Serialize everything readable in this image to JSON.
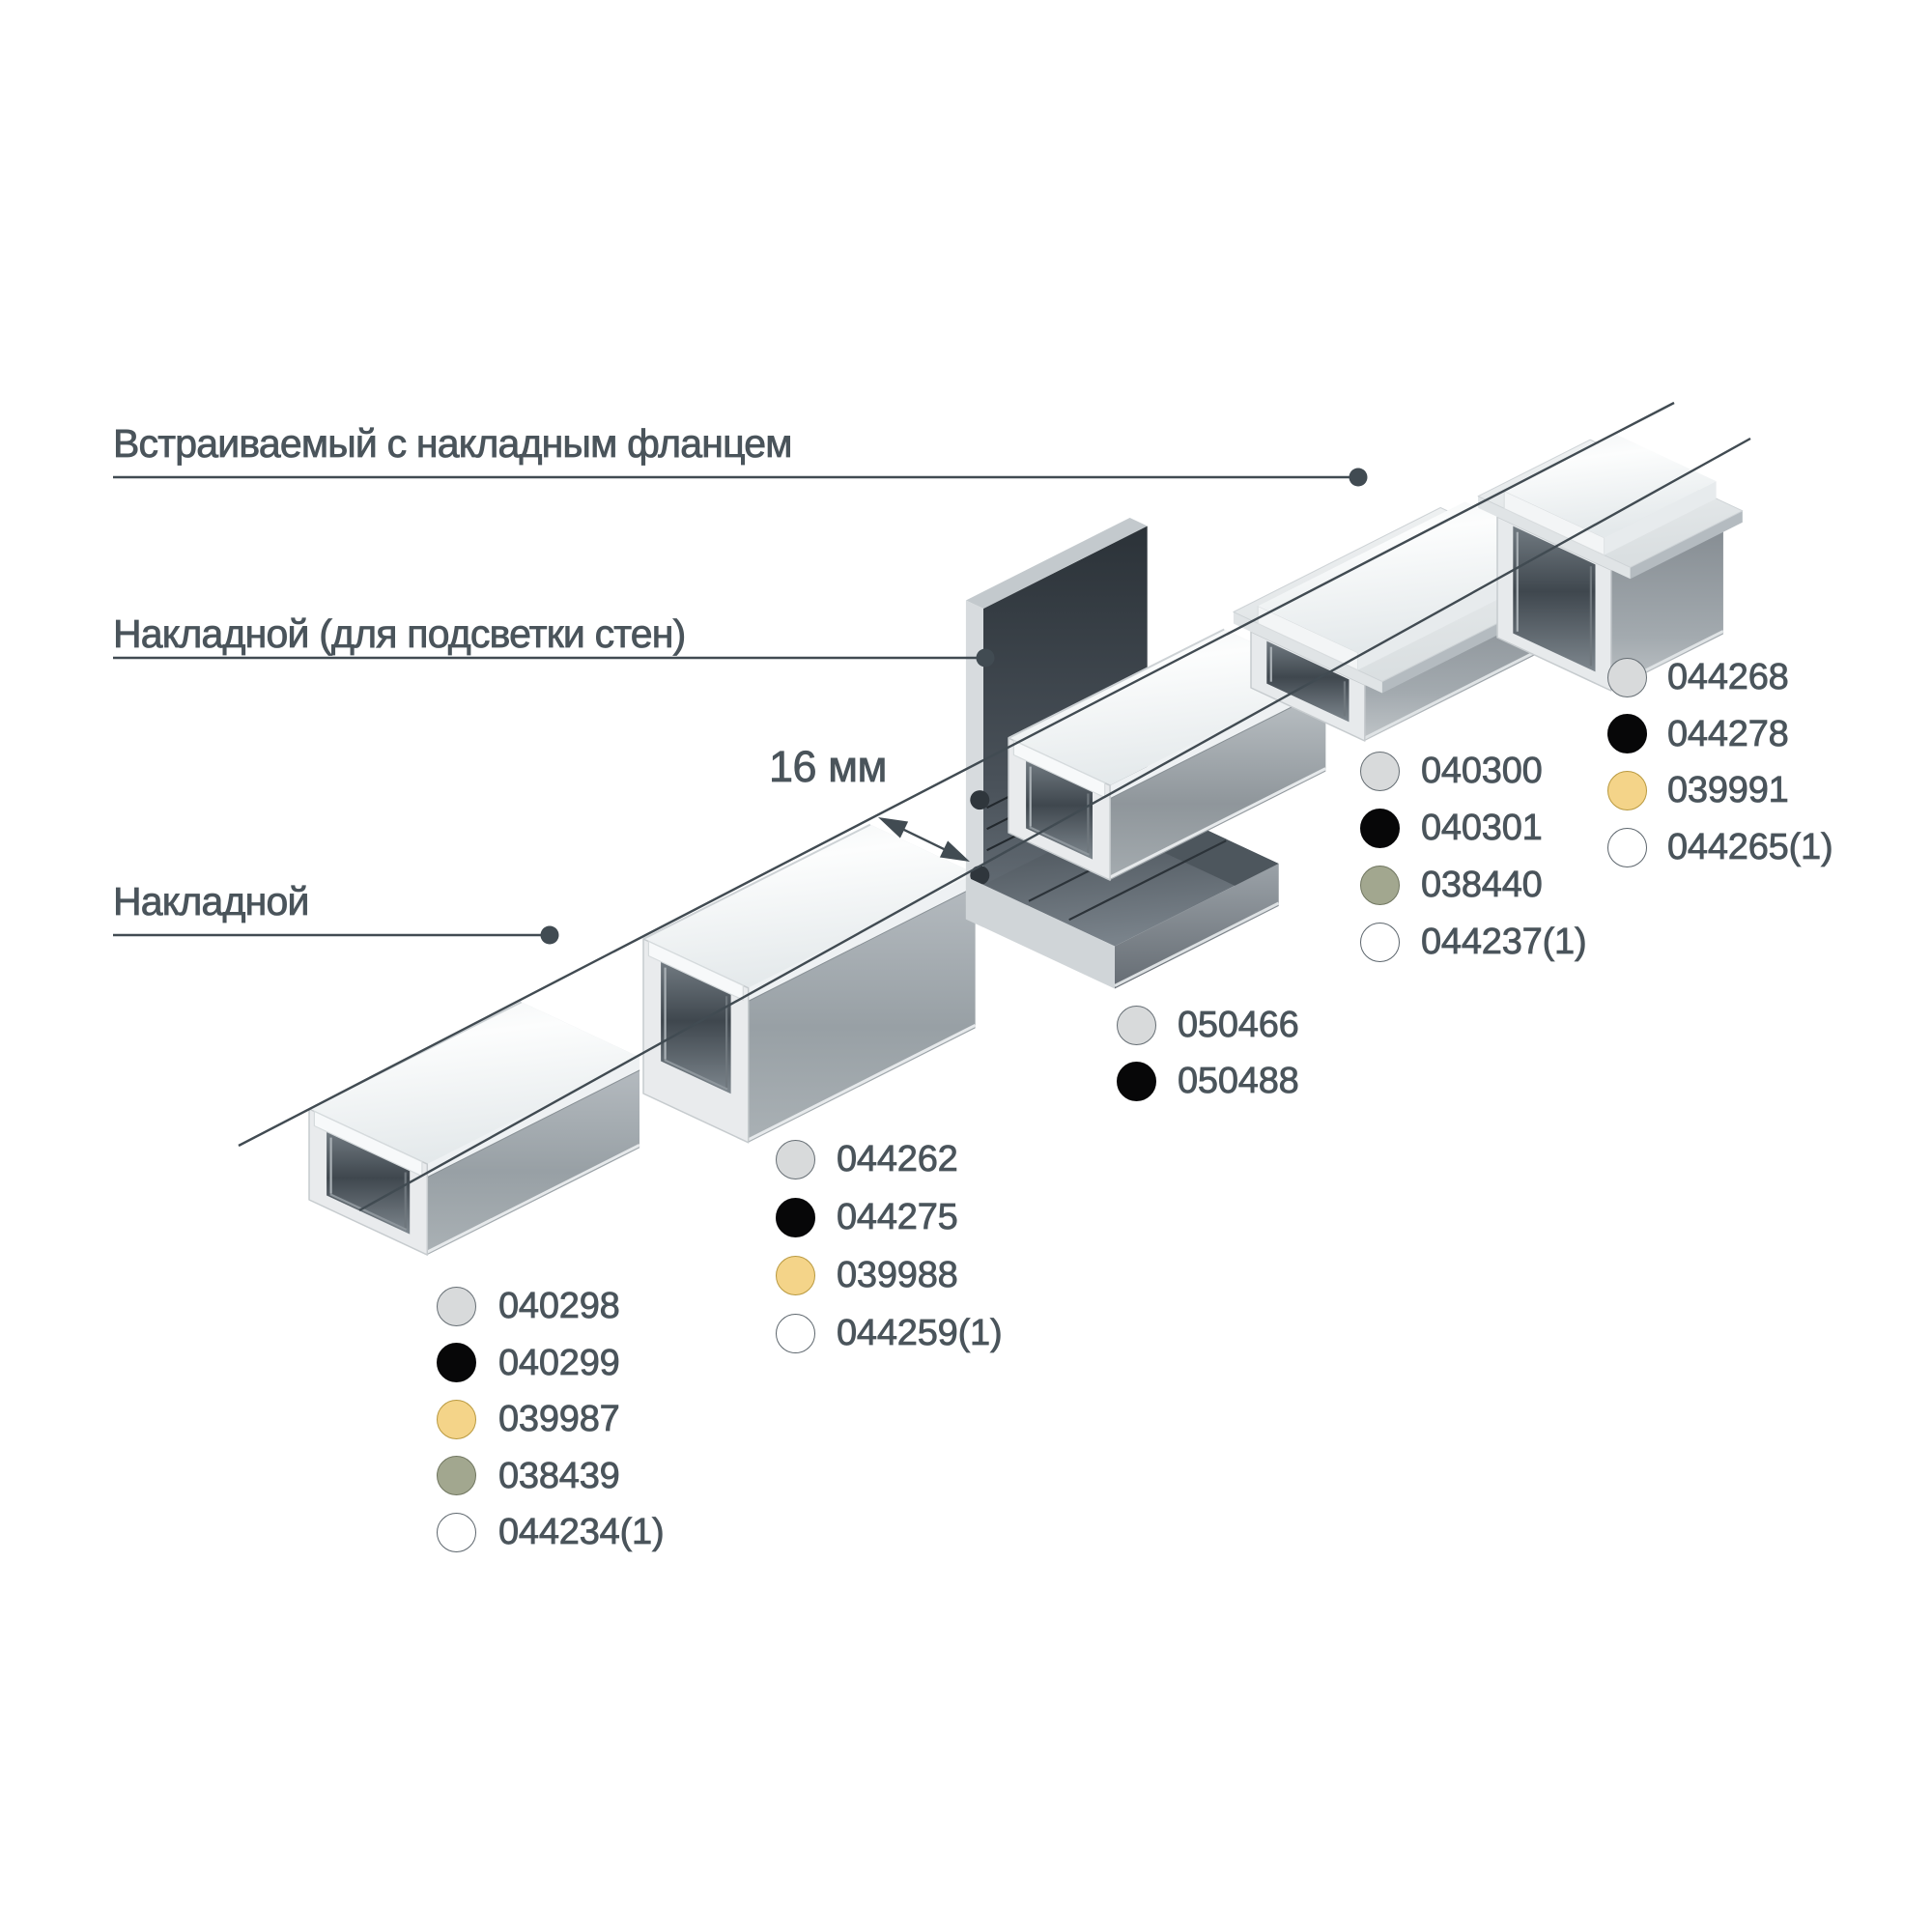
{
  "page": {
    "background": "#ffffff"
  },
  "colors": {
    "text": "#4a545b",
    "line": "#414b52"
  },
  "labels": [
    {
      "id": "recessed-flange",
      "text": "Встраиваемый с накладным фланцем"
    },
    {
      "id": "surface-wall",
      "text": "Накладной (для подсветки стен)"
    },
    {
      "id": "surface",
      "text": "Накладной"
    }
  ],
  "dimension": {
    "text": "16 мм"
  },
  "products": [
    {
      "id": "surface-low",
      "label": "Накладной",
      "codes": [
        {
          "value": "040298",
          "swatch": "silver",
          "fill": "#d8dadb",
          "border": "#666e74"
        },
        {
          "value": "040299",
          "swatch": "black",
          "fill": "#070708",
          "border": "#070708"
        },
        {
          "value": "039987",
          "swatch": "gold",
          "fill": "#f4d489",
          "border": "#b9993f"
        },
        {
          "value": "038439",
          "swatch": "olive",
          "fill": "#a2a78f",
          "border": "#707660"
        },
        {
          "value": "044234(1)",
          "swatch": "white",
          "fill": "#ffffff",
          "border": "#5d666d"
        }
      ]
    },
    {
      "id": "surface-high",
      "label": "Накладной",
      "codes": [
        {
          "value": "044262",
          "swatch": "silver",
          "fill": "#d8dadb",
          "border": "#666e74"
        },
        {
          "value": "044275",
          "swatch": "black",
          "fill": "#070708",
          "border": "#070708"
        },
        {
          "value": "039988",
          "swatch": "gold",
          "fill": "#f4d489",
          "border": "#b9993f"
        },
        {
          "value": "044259(1)",
          "swatch": "white",
          "fill": "#ffffff",
          "border": "#5d666d"
        }
      ]
    },
    {
      "id": "surface-wall",
      "label": "Накладной (для подсветки стен)",
      "codes": [
        {
          "value": "050466",
          "swatch": "silver",
          "fill": "#d8dadb",
          "border": "#666e74"
        },
        {
          "value": "050488",
          "swatch": "black",
          "fill": "#070708",
          "border": "#070708"
        }
      ]
    },
    {
      "id": "recessed-low",
      "label": "Встраиваемый с накладным фланцем",
      "codes": [
        {
          "value": "040300",
          "swatch": "silver",
          "fill": "#d8dadb",
          "border": "#666e74"
        },
        {
          "value": "040301",
          "swatch": "black",
          "fill": "#070708",
          "border": "#070708"
        },
        {
          "value": "038440",
          "swatch": "olive",
          "fill": "#a2a78f",
          "border": "#707660"
        },
        {
          "value": "044237(1)",
          "swatch": "white",
          "fill": "#ffffff",
          "border": "#5d666d"
        }
      ]
    },
    {
      "id": "recessed-high",
      "label": "Встраиваемый с накладным фланцем",
      "codes": [
        {
          "value": "044268",
          "swatch": "silver",
          "fill": "#d8dadb",
          "border": "#666e74"
        },
        {
          "value": "044278",
          "swatch": "black",
          "fill": "#070708",
          "border": "#070708"
        },
        {
          "value": "039991",
          "swatch": "gold",
          "fill": "#f4d489",
          "border": "#b9993f"
        },
        {
          "value": "044265(1)",
          "swatch": "white",
          "fill": "#ffffff",
          "border": "#5d666d"
        }
      ]
    }
  ]
}
